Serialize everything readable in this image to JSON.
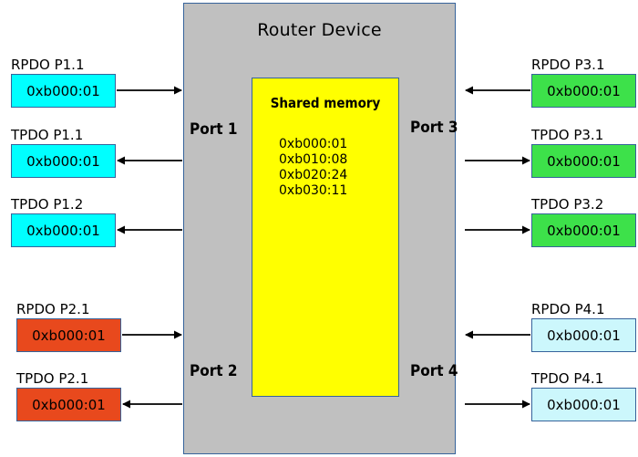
{
  "diagram": {
    "title": "Router Device",
    "shared_memory": {
      "title": "Shared memory",
      "entries": [
        "0xb000:01",
        "0xb010:08",
        "0xb020:24",
        "0xb030:11"
      ]
    },
    "ports": [
      {
        "id": "port-1",
        "label": "Port 1"
      },
      {
        "id": "port-2",
        "label": "Port 2"
      },
      {
        "id": "port-3",
        "label": "Port 3"
      },
      {
        "id": "port-4",
        "label": "Port 4"
      }
    ],
    "pdos": [
      {
        "id": "rpdo-p1-1",
        "label": "RPDO P1.1",
        "value": "0xb000:01",
        "color": "#00ffff",
        "direction": "into-router",
        "side": "left"
      },
      {
        "id": "tpdo-p1-1",
        "label": "TPDO P1.1",
        "value": "0xb000:01",
        "color": "#00ffff",
        "direction": "out-of-router",
        "side": "left"
      },
      {
        "id": "tpdo-p1-2",
        "label": "TPDO P1.2",
        "value": "0xb000:01",
        "color": "#00ffff",
        "direction": "out-of-router",
        "side": "left"
      },
      {
        "id": "rpdo-p2-1",
        "label": "RPDO P2.1",
        "value": "0xb000:01",
        "color": "#e8491d",
        "direction": "into-router",
        "side": "left"
      },
      {
        "id": "tpdo-p2-1",
        "label": "TPDO P2.1",
        "value": "0xb000:01",
        "color": "#e8491d",
        "direction": "out-of-router",
        "side": "left"
      },
      {
        "id": "rpdo-p3-1",
        "label": "RPDO P3.1",
        "value": "0xb000:01",
        "color": "#3de14a",
        "direction": "into-router",
        "side": "right"
      },
      {
        "id": "tpdo-p3-1",
        "label": "TPDO P3.1",
        "value": "0xb000:01",
        "color": "#3de14a",
        "direction": "out-of-router",
        "side": "right"
      },
      {
        "id": "tpdo-p3-2",
        "label": "TPDO P3.2",
        "value": "0xb000:01",
        "color": "#3de14a",
        "direction": "out-of-router",
        "side": "right"
      },
      {
        "id": "rpdo-p4-1",
        "label": "RPDO P4.1",
        "value": "0xb000:01",
        "color": "#ccf7fc",
        "direction": "into-router",
        "side": "right"
      },
      {
        "id": "tpdo-p4-1",
        "label": "TPDO P4.1",
        "value": "0xb000:01",
        "color": "#ccf7fc",
        "direction": "out-of-router",
        "side": "right"
      }
    ],
    "colors": {
      "router_fill": "#c0c0c0",
      "router_border": "#36639b",
      "shared_memory_fill": "#ffff00",
      "cyan": "#00ffff",
      "green": "#3de14a",
      "orange": "#e8491d",
      "light_cyan": "#ccf7fc",
      "arrow": "#000000",
      "background": "#ffffff"
    }
  }
}
